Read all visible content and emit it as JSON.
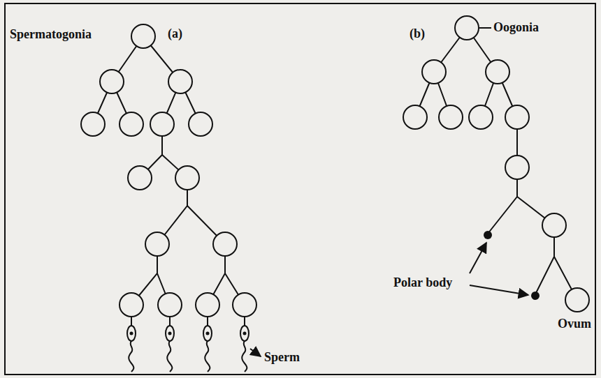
{
  "diagram": {
    "labels": [
      "Spermatogonia",
      "(a)",
      "(b)",
      "Oogonia",
      "Polar body",
      "Ovum",
      "Sperm"
    ]
  }
}
